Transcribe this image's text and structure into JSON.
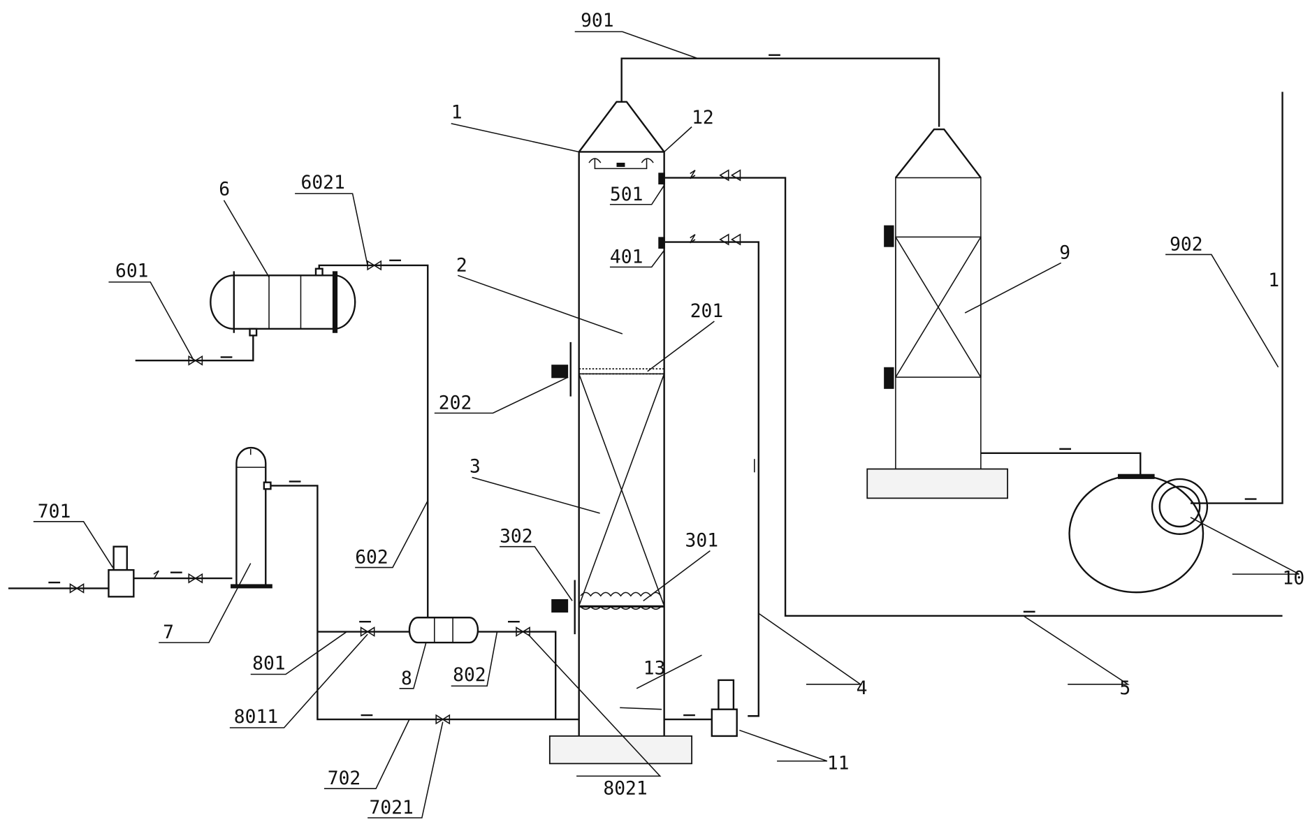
{
  "labels": {
    "l1": "1",
    "l12": "12",
    "l901": "901",
    "l501": "501",
    "l401": "401",
    "l2": "2",
    "l201": "201",
    "l202": "202",
    "l3": "3",
    "l302": "302",
    "l301": "301",
    "l13": "13",
    "l6": "6",
    "l6021": "6021",
    "l601": "601",
    "l602": "602",
    "l701": "701",
    "l7": "7",
    "l801": "801",
    "l8011": "8011",
    "l8": "8",
    "l802": "802",
    "l702": "702",
    "l7021": "7021",
    "l8021": "8021",
    "l11": "11",
    "l4": "4",
    "l5": "5",
    "l9": "9",
    "l902": "902",
    "l10": "10",
    "l1b": "1"
  },
  "colors": {
    "line": "#111111",
    "background": "#ffffff"
  }
}
